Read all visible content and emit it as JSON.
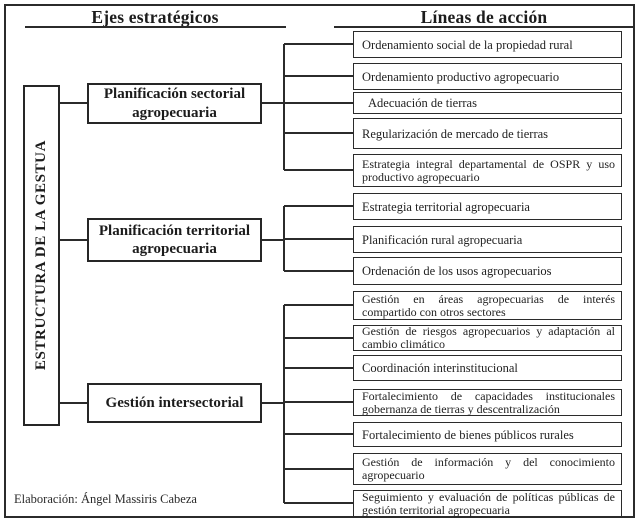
{
  "headers": {
    "ejes": "Ejes estratégicos",
    "lineas": "Líneas de acción"
  },
  "root_label": "ESTRUCTURA DE LA GESTUA",
  "ejes": [
    {
      "label": "Planificación sectorial agropecuaria",
      "lineas": [
        "Ordenamiento social de la propiedad rural",
        "Ordenamiento productivo agropecuario",
        "Adecuación de tierras",
        "Regularización de mercado de tierras",
        "Estrategia integral departamental de OSPR y uso productivo agropecuario"
      ]
    },
    {
      "label": "Planificación territorial agropecuaria",
      "lineas": [
        "Estrategia territorial agropecuaria",
        "Planificación rural agropecuaria",
        "Ordenación de los usos agropecuarios"
      ]
    },
    {
      "label": "Gestión intersectorial",
      "lineas": [
        "Gestión en áreas agropecuarias de interés compartido con otros sectores",
        "Gestión de riesgos agropecuarios y adaptación al cambio climático",
        "Coordinación interinstitucional",
        "Fortalecimiento de capacidades institucionales gobernanza de tierras y descentralización",
        "Fortalecimiento de bienes públicos rurales",
        "Gestión de información y del conocimiento agropecuario",
        "Seguimiento y evaluación de políticas públicas de gestión territorial agropecuaria"
      ]
    }
  ],
  "caption": "Elaboración: Ángel Massiris Cabeza",
  "colors": {
    "line": "#2b2b2b",
    "text": "#1f1f1f",
    "background": "#ffffff"
  }
}
